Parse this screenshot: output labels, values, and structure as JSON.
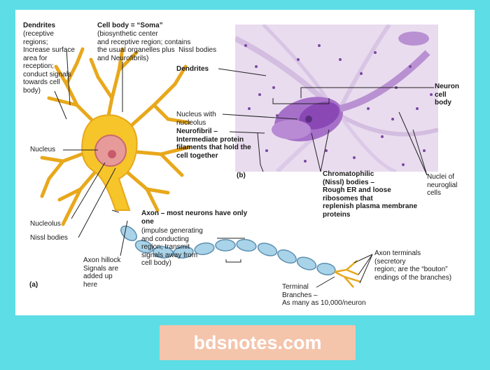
{
  "labels": {
    "dendrites_title": "Dendrites",
    "dendrites_desc": "(receptive\nregions;\nIncrease surface\narea for\nreception;\nconduct signals\ntowards cell\nbody)",
    "cellbody_title": "Cell body = “Soma”",
    "cellbody_desc": "(biosynthetic center\nand receptive region; contains\nthe usual organelles plus  Nissl bodies\nand Neurofibrils)",
    "nucleus": "Nucleus",
    "nucleolus": "Nucleolus",
    "nissl": "Nissl bodies",
    "axon_title": "Axon – most neurons have only\none",
    "axon_desc": "(impulse generating\nand conducting\nregion; transmit\nsignals away from\ncell body)",
    "hillock": "Axon hillock\nSignals are\nadded up\nhere",
    "panel_a": "(a)",
    "terminal": "Terminal\nBranches –\nAs many as 10,000/neuron",
    "axon_terminals": "Axon terminals\n(secretory\nregion; are the “bouton”\nendings of the branches)",
    "b_dendrites": "Dendrites",
    "b_nucleus": "Nucleus with\nnucleolus",
    "b_neurofibril": "Neurofibril –\nIntermediate protein\nfilaments that hold the\ncell together",
    "panel_b": "(b)",
    "b_chromato": "Chromatophilic\n(Nissl) bodies –\nRough ER and loose\nribosomes that\nreplenish plasma membrane\nproteins",
    "b_neuron_cell_body": "Neuron\ncell\nbody",
    "b_nuclei_glial": "Nuclei of\nneuroglial\ncells"
  },
  "banner": {
    "text": "bdsnotes.com"
  },
  "colors": {
    "background": "#5ddde6",
    "banner": "#f4c4ab",
    "neuron": "#f6c52a",
    "nucleus": "#e79a9a",
    "myelin": "#a9d3e8",
    "micrograph": "#e9dcef"
  }
}
